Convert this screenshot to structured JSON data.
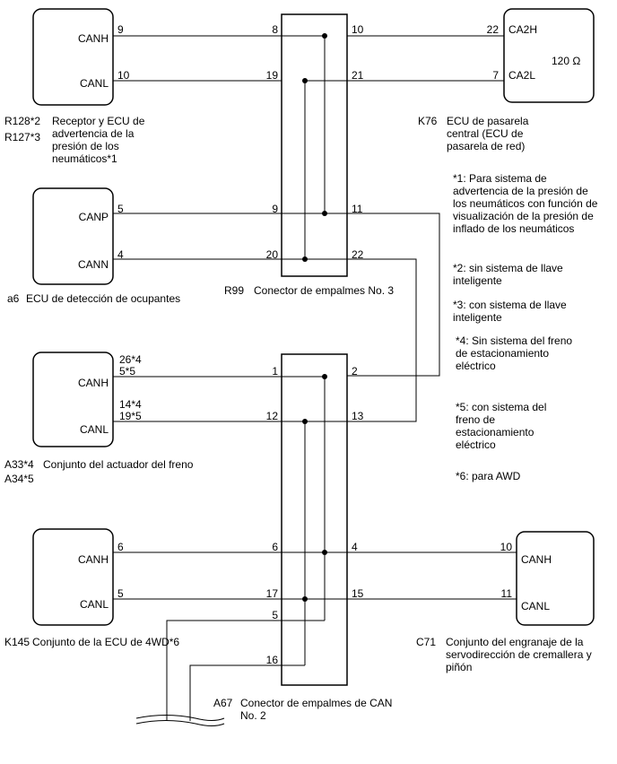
{
  "components": {
    "tpms_ecu": {
      "pins": {
        "canh": "CANH",
        "canl": "CANL"
      },
      "pin_numbers": {
        "canh": "9",
        "canl": "10"
      },
      "codes": [
        "R128*2",
        "R127*3"
      ],
      "name_lines": [
        "Receptor y ECU de",
        "advertencia de la",
        "presión de los",
        "neumáticos*1"
      ]
    },
    "gateway_ecu": {
      "pins": {
        "canh": "CA2H",
        "canl": "CA2L"
      },
      "pin_numbers": {
        "canh": "22",
        "canl": "7"
      },
      "resistor": "120 Ω",
      "code": "K76",
      "name_lines": [
        "ECU de pasarela",
        "central (ECU de",
        "pasarela de red)"
      ]
    },
    "occupant_ecu": {
      "pins": {
        "canh": "CANP",
        "canl": "CANN"
      },
      "pin_numbers": {
        "canh": "5",
        "canl": "4"
      },
      "code": "a6",
      "name": "ECU de detección de ocupantes"
    },
    "brake_actuator": {
      "pins": {
        "canh": "CANH",
        "canl": "CANL"
      },
      "pin_numbers": {
        "canh_1": "26*4",
        "canh_2": "5*5",
        "canl_1": "14*4",
        "canl_2": "19*5"
      },
      "codes": [
        "A33*4",
        "A34*5"
      ],
      "name": "Conjunto del actuador del freno"
    },
    "awd_ecu": {
      "pins": {
        "canh": "CANH",
        "canl": "CANL"
      },
      "pin_numbers": {
        "canh": "6",
        "canl": "5"
      },
      "code": "K145",
      "name": "Conjunto de la ECU de 4WD*6"
    },
    "steering_gear": {
      "pins": {
        "canh": "CANH",
        "canl": "CANL"
      },
      "pin_numbers": {
        "canh": "10",
        "canl": "11"
      },
      "code": "C71",
      "name_lines": [
        "Conjunto del engranaje de la",
        "servodirección de cremallera y",
        "piñón"
      ]
    }
  },
  "connectors": {
    "r99": {
      "code": "R99",
      "name": "Conector de empalmes No. 3",
      "pins": {
        "l1": "8",
        "l2": "19",
        "l3": "9",
        "l4": "20",
        "r1": "10",
        "r2": "21",
        "r3": "11",
        "r4": "22"
      }
    },
    "a67": {
      "code": "A67",
      "name_lines": [
        "Conector de empalmes de CAN",
        "No. 2"
      ],
      "pins": {
        "l1": "1",
        "l2": "12",
        "l3": "6",
        "l4": "17",
        "l5": "5",
        "l6": "16",
        "r1": "2",
        "r2": "13",
        "r3": "4",
        "r4": "15"
      }
    }
  },
  "notes": {
    "n1": [
      "*1: Para sistema de",
      "advertencia de la presión de",
      "los neumáticos con función de",
      "visualización de la presión de",
      "inflado de los neumáticos"
    ],
    "n2": [
      "*2: sin sistema de llave",
      "inteligente"
    ],
    "n3": [
      "*3: con sistema de llave",
      "inteligente"
    ],
    "n4": [
      "*4: Sin sistema del freno",
      "de estacionamiento",
      "eléctrico"
    ],
    "n5": [
      "*5: con sistema del",
      "freno de",
      "estacionamiento",
      "eléctrico"
    ],
    "n6": [
      "*6: para AWD"
    ]
  }
}
